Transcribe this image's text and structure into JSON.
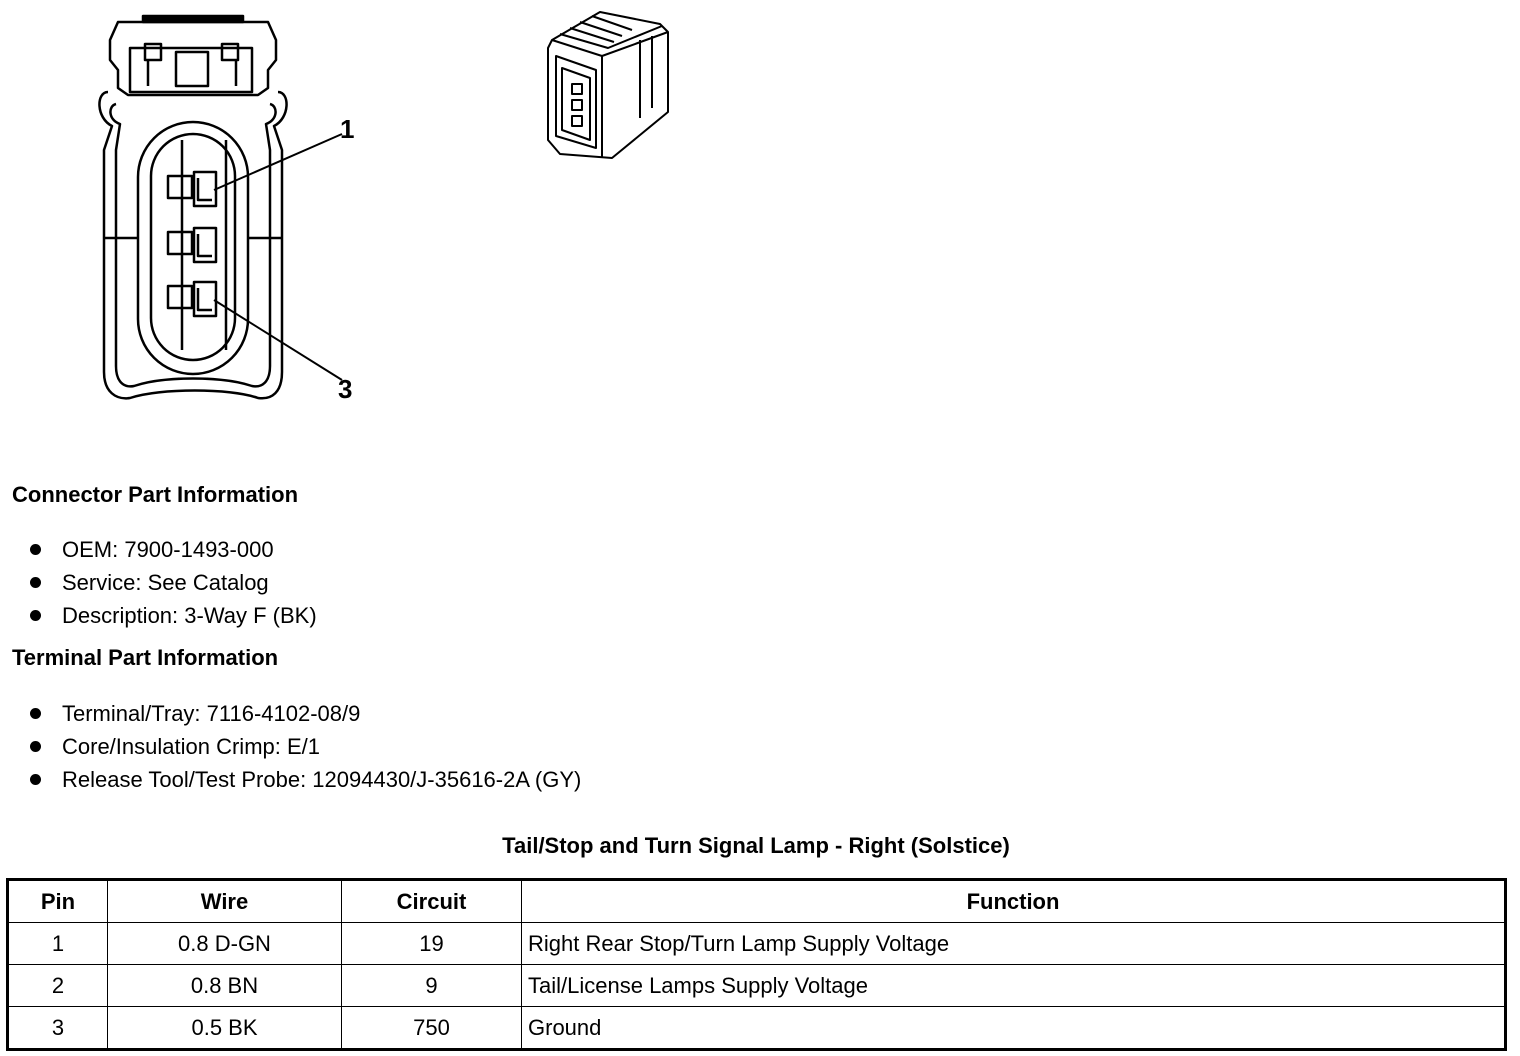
{
  "diagram": {
    "callouts": [
      "1",
      "3"
    ],
    "icons": [
      "connector-face-view",
      "connector-isometric-view"
    ]
  },
  "connector_info": {
    "heading": "Connector Part Information",
    "items": [
      "OEM: 7900-1493-000",
      "Service: See Catalog",
      "Description: 3-Way F (BK)"
    ]
  },
  "terminal_info": {
    "heading": "Terminal Part Information",
    "items": [
      "Terminal/Tray: 7116-4102-08/9",
      "Core/Insulation Crimp: E/1",
      "Release Tool/Test Probe: 12094430/J-35616-2A (GY)"
    ]
  },
  "pin_table": {
    "title": "Tail/Stop and Turn Signal Lamp - Right (Solstice)",
    "headers": [
      "Pin",
      "Wire",
      "Circuit",
      "Function"
    ],
    "rows": [
      [
        "1",
        "0.8 D-GN",
        "19",
        "Right Rear Stop/Turn Lamp Supply Voltage"
      ],
      [
        "2",
        "0.8 BN",
        "9",
        "Tail/License Lamps Supply Voltage"
      ],
      [
        "3",
        "0.5 BK",
        "750",
        "Ground"
      ]
    ]
  }
}
